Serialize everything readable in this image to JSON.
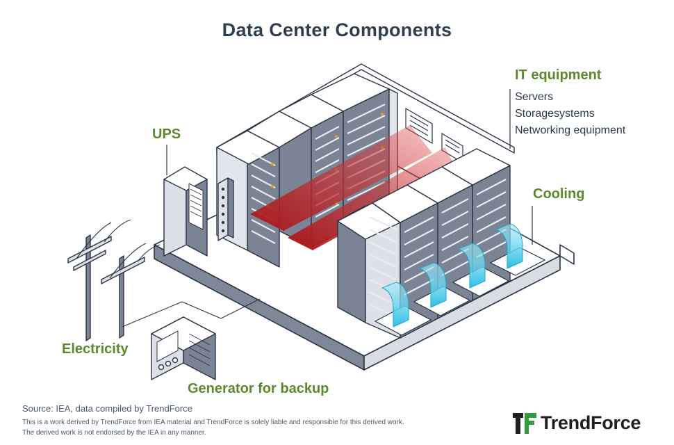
{
  "title": "Data Center Components",
  "labels": {
    "it_equipment": "IT equipment",
    "it_items": [
      "Servers",
      "Storagesystems",
      "Networking equipment"
    ],
    "ups": "UPS",
    "cooling": "Cooling",
    "electricity": "Electricity",
    "generator": "Generator for backup"
  },
  "footer": {
    "source": "Source: IEA, data compiled by TrendForce",
    "note_line1": "This is a work derived by TrendForce from IEA material and TrendForce is solely liable and responsible for this derived work.",
    "note_line2": "The derived work is not endorsed by the IEA in any manner.",
    "brand": "TrendForce"
  },
  "colors": {
    "label_green": "#5a8a2e",
    "title": "#2f3e50",
    "rack_front": "#7a8494",
    "rack_side": "#dde1e7",
    "hot_air": "#b11a1a",
    "cool_air": "#39c6e6",
    "brand_green": "#2f9e3a"
  },
  "icons": [
    "trendforce-logo-icon"
  ]
}
